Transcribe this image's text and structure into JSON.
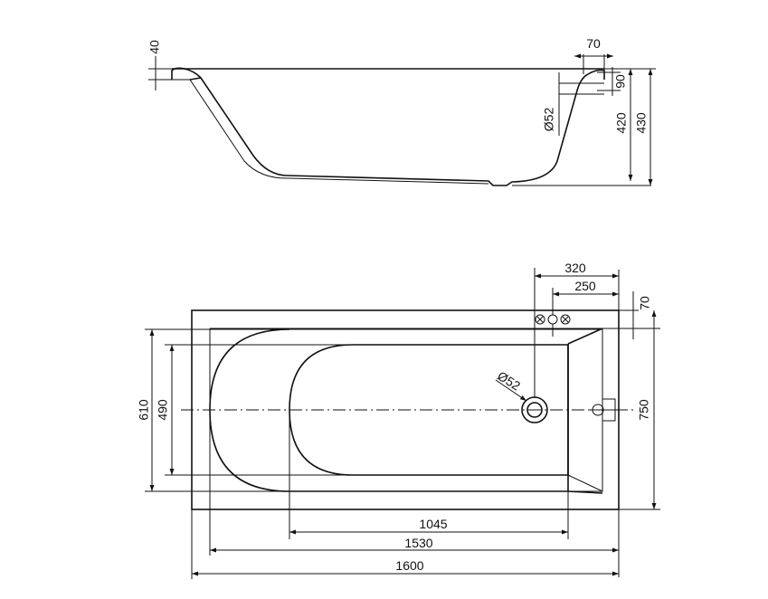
{
  "dimensions": {
    "side_view": {
      "rim": "40",
      "top_width": "70",
      "offset": "90",
      "drain_diameter": "Ø52",
      "inner_height": "420",
      "total_height": "430"
    },
    "plan_view": {
      "faucet_offset": "320",
      "faucet_inner_offset": "250",
      "deck_width": "70",
      "drain_diameter": "Ø52",
      "total_width": "750",
      "inner_width_outer": "610",
      "inner_width_inner": "490",
      "flat_bottom_length": "1045",
      "inner_length": "1530",
      "total_length": "1600"
    }
  },
  "colors": {
    "line": "#111111",
    "background": "#ffffff"
  }
}
